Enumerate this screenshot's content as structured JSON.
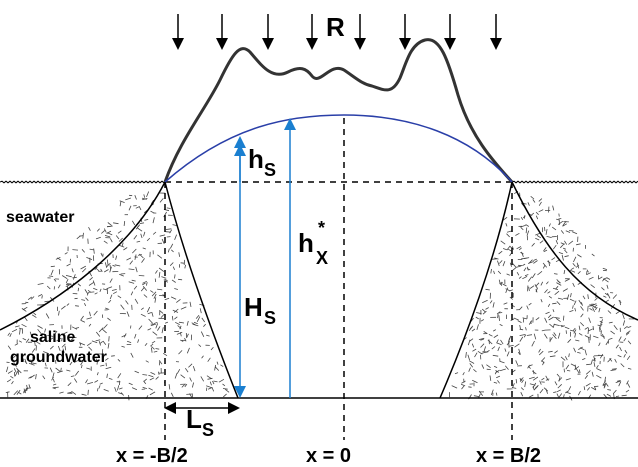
{
  "labels": {
    "recharge": "R",
    "seawater": "seawater",
    "saline_line1": "saline",
    "saline_line2": "groundwater",
    "h_s_main": "h",
    "h_s_sub": "S",
    "H_s_main": "H",
    "H_s_sub": "S",
    "hx_main": "h",
    "hx_sub": "X",
    "hx_sup": "*",
    "L_s_main": "L",
    "L_s_sub": "S",
    "x_left": "x = -B/2",
    "x_center": "x = 0",
    "x_right": "x = B/2"
  },
  "colors": {
    "water_table": "#2a3fa8",
    "arrow_blue": "#1a7fd0",
    "ink": "#000000"
  },
  "icons": {
    "recharge_arrow": "down-arrow-icon"
  }
}
